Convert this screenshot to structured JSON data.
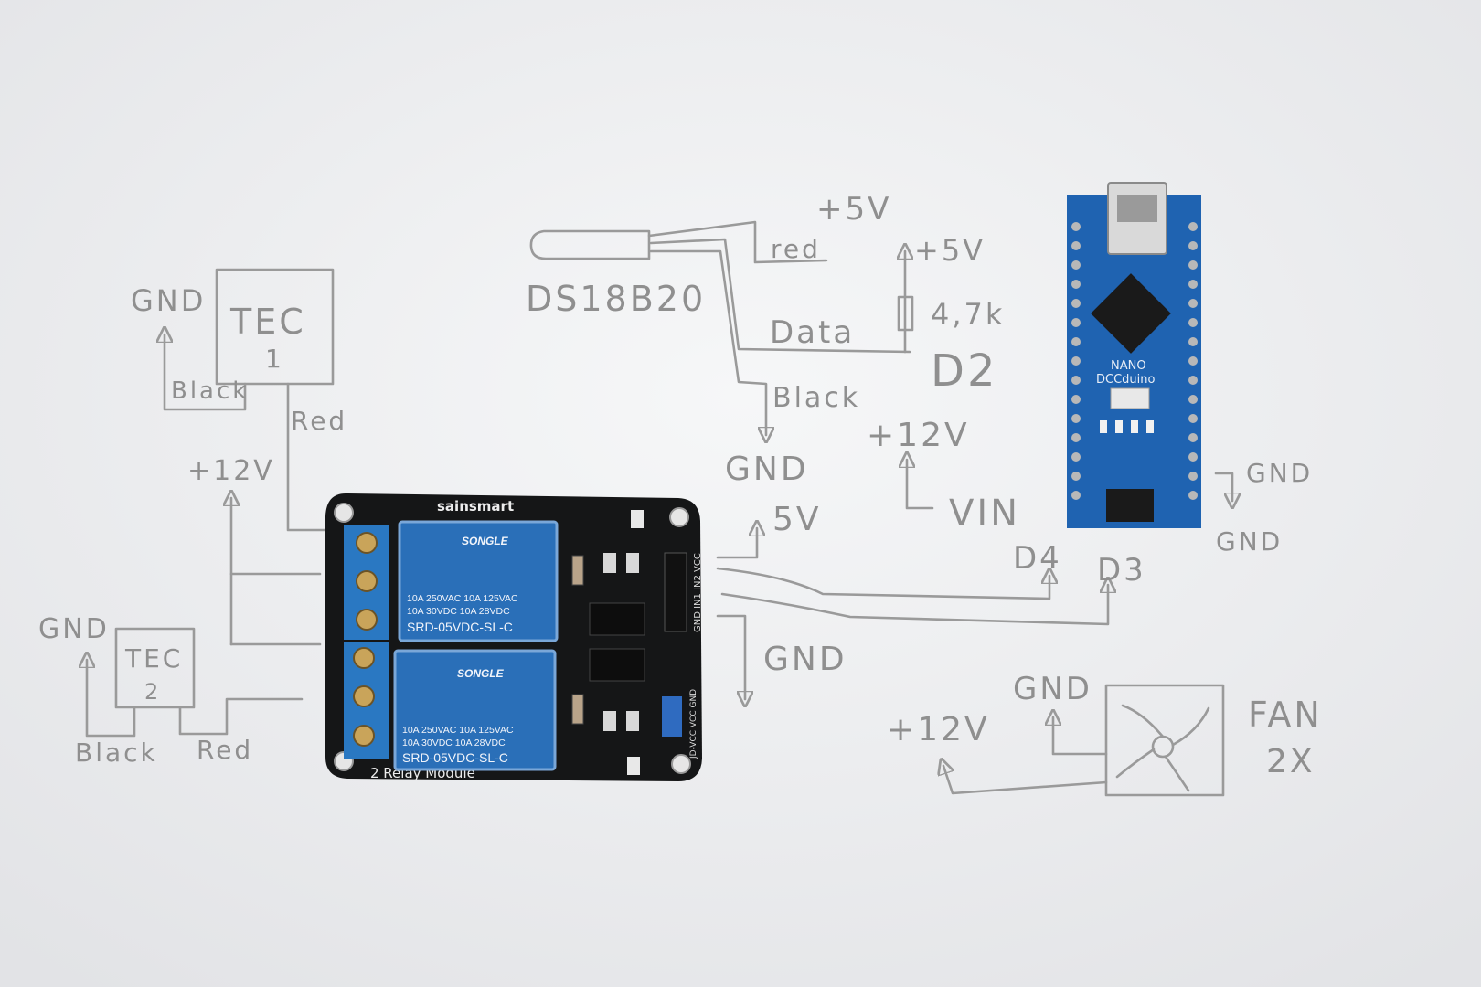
{
  "diagram": {
    "labels": {
      "tec1": "TEC",
      "tec1_num": "1",
      "tec2": "TEC",
      "tec2_num": "2",
      "gnd_tec1": "GND",
      "black_tec1": "Black",
      "red_tec1": "Red",
      "plus12v_left": "+12V",
      "gnd_tec2": "GND",
      "black_tec2": "Black",
      "red_tec2": "Red",
      "ds18b20": "DS18B20",
      "red_sensor": "red",
      "plus5v_sensor": "+5V",
      "plus5v_resistor": "+5V",
      "resistor": "4,7k",
      "data": "Data",
      "d2": "D2",
      "black_sensor": "Black",
      "gnd_sensor": "GND",
      "plus12v_vin": "+12V",
      "vin": "VIN",
      "five_v_relay": "5V",
      "d4": "D4",
      "d3": "D3",
      "gnd_relay": "GND",
      "gnd_nano_right": "GND",
      "gnd_nano_bottom": "GND",
      "gnd_fan": "GND",
      "plus12v_fan": "+12V",
      "fan": "FAN",
      "fan_count": "2X"
    },
    "relay_module": {
      "brand": "sainsmart",
      "model": "2 Relay Module",
      "relay_brand": "SONGLE",
      "rating_line1": "10A 250VAC  10A 125VAC",
      "rating_line2": "10A  30VDC  10A  28VDC",
      "relay_model": "SRD-05VDC-SL-C",
      "header_pins": "GND IN1 IN2 VCC",
      "jumper_pins": "JD-VCC VCC GND"
    },
    "arduino": {
      "model": "NANO",
      "brand": "DCCduino"
    }
  }
}
